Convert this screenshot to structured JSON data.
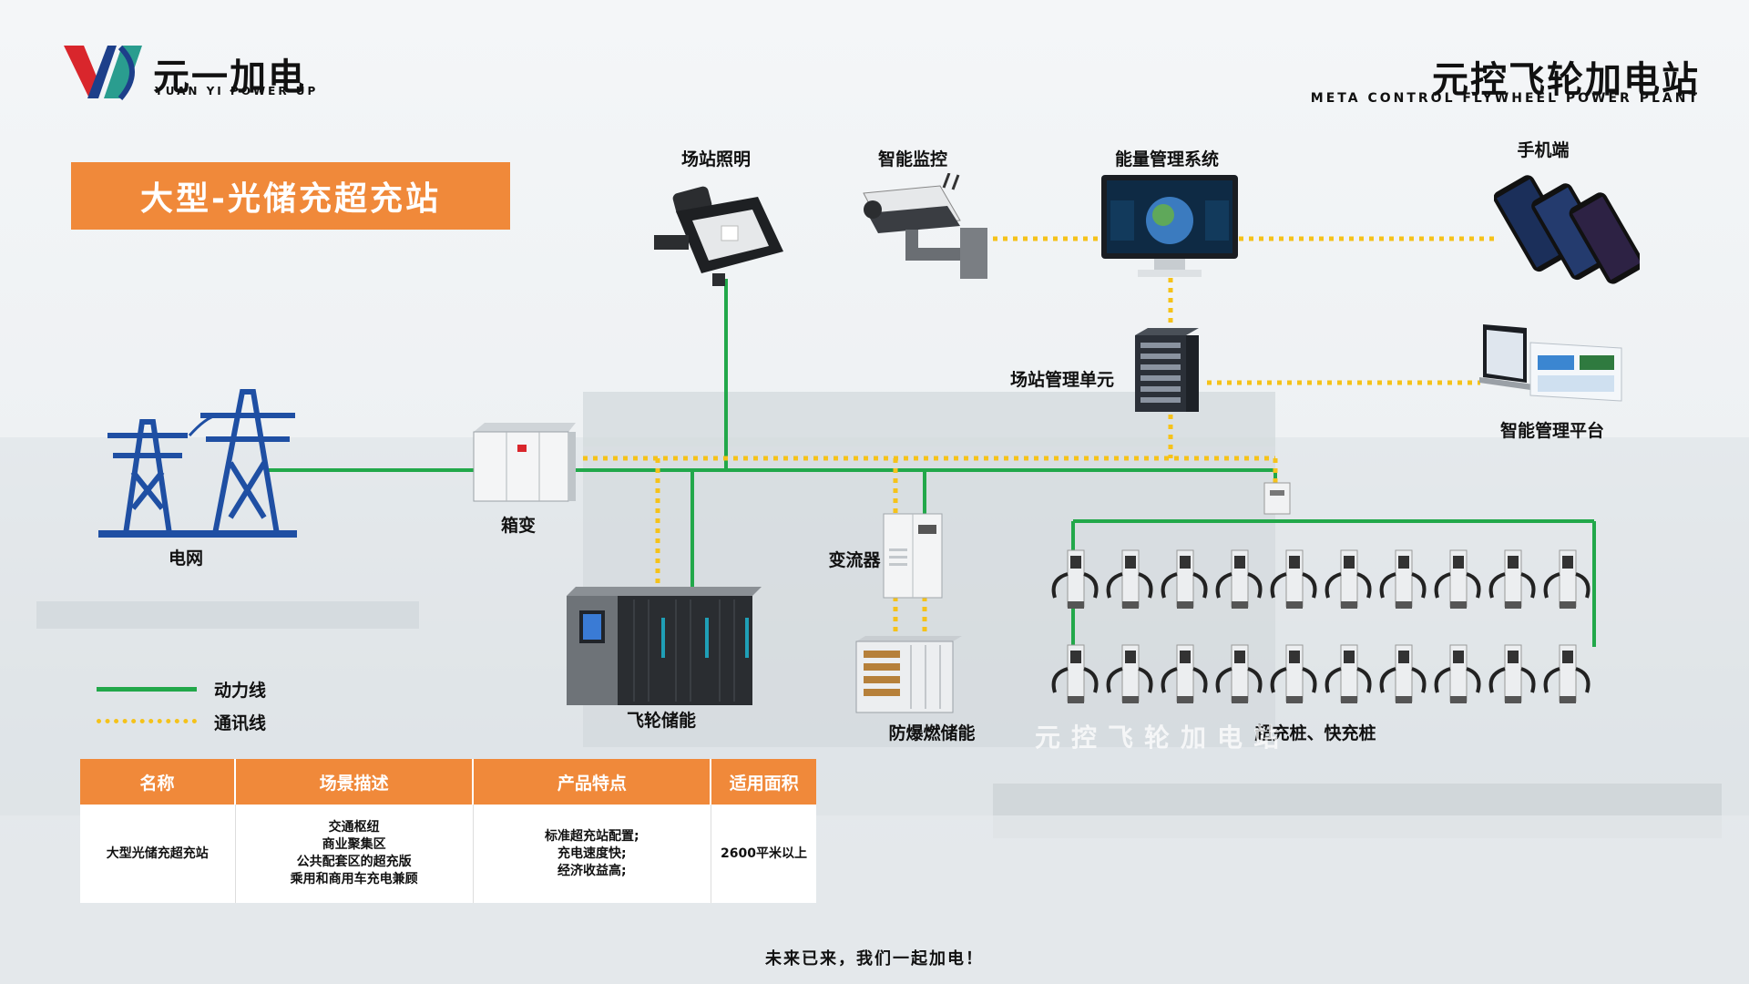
{
  "brand": {
    "name": "元一加电",
    "subtitle": "YUAN YI POWER UP",
    "title": "元控飞轮加电站",
    "title_en": "META CONTROL FLYWHEEL POWER PLANT"
  },
  "banner": "大型-光储充超充站",
  "nodes": {
    "grid": "电网",
    "box_transformer": "箱变",
    "lighting": "场站照明",
    "monitoring": "智能监控",
    "ems": "能量管理系统",
    "mobile": "手机端",
    "station_unit": "场站管理单元",
    "platform": "智能管理平台",
    "converter": "变流器",
    "flywheel": "飞轮储能",
    "explosion_proof": "防爆燃储能",
    "chargers": "超充桩、快充桩"
  },
  "legend": {
    "power": "动力线",
    "comm": "通讯线"
  },
  "colors": {
    "power_line": "#22a84a",
    "comm_line": "#f5c21a",
    "accent": "#f0893a",
    "tower": "#1f4fa3"
  },
  "table": {
    "headers": [
      "名称",
      "场景描述",
      "产品特点",
      "适用面积"
    ],
    "row": {
      "name": "大型光储充超充站",
      "scenario": [
        "交通枢纽",
        "商业聚集区",
        "公共配套区的超充版",
        "乘用和商用车充电兼顾"
      ],
      "features": [
        "标准超充站配置;",
        "充电速度快;",
        "经济收益高;"
      ],
      "area": "2600平米以上"
    }
  },
  "watermark": "元控飞轮加电站",
  "slogan": "未来已来，我们一起加电！"
}
